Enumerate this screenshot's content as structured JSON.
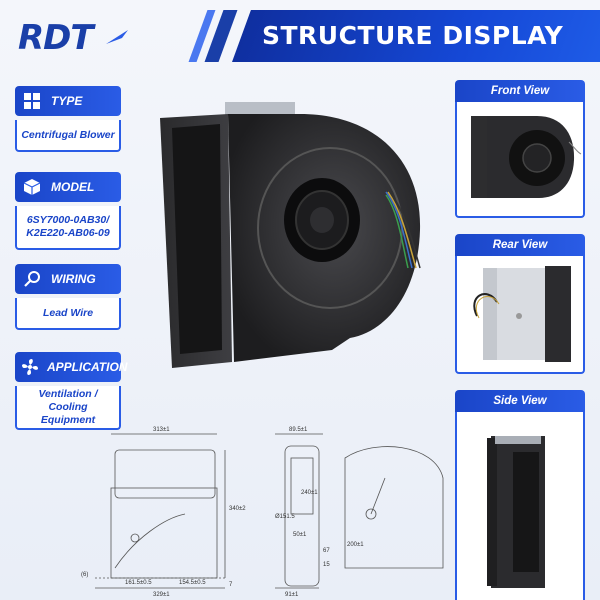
{
  "brand": {
    "logo_text": "RDT"
  },
  "header": {
    "title": "STRUCTURE DISPLAY"
  },
  "specs": [
    {
      "label": "TYPE",
      "value": "Centrifugal Blower",
      "icon": "grid-icon"
    },
    {
      "label": "MODEL",
      "value": "6SY7000-0AB30/ K2E220-AB06-09",
      "icon": "cube-icon"
    },
    {
      "label": "WIRING",
      "value": "Lead Wire",
      "icon": "plug-icon"
    },
    {
      "label": "APPLICATION",
      "value": "Ventilation / Cooling Equipment",
      "icon": "fan-icon"
    }
  ],
  "views": [
    {
      "label": "Front View"
    },
    {
      "label": "Rear View"
    },
    {
      "label": "Side View"
    }
  ],
  "dimensions": {
    "width_total": "313±1",
    "height_total": "340±2",
    "left_offset": "161.5±0.5",
    "right_offset": "154.5±0.5",
    "base_width": "329±1",
    "small_a": "(6)",
    "small_b": "7",
    "depth_top": "89.5±1",
    "depth_base": "91±1",
    "diameter": "Ø151.5",
    "inner_a": "67",
    "inner_b": "15",
    "side_a": "240±1",
    "side_b": "50±1",
    "side_c": "200±1"
  },
  "colors": {
    "accent": "#1a45c8",
    "accent_light": "#2a5ce6",
    "product": "#2b2b2d"
  }
}
